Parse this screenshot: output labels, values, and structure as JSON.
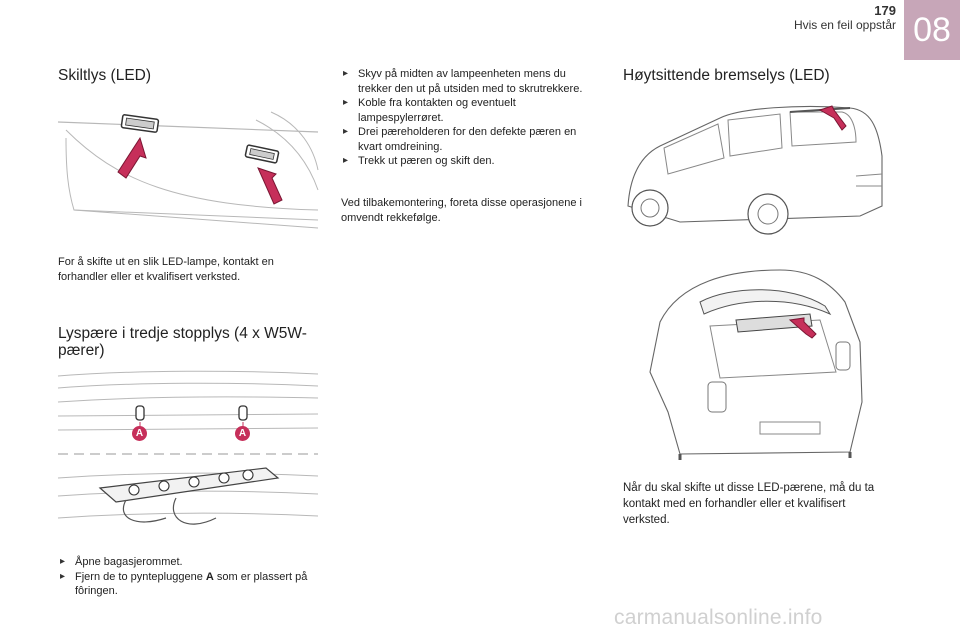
{
  "header": {
    "page_number": "179",
    "chapter_title": "Hvis en feil oppstår",
    "chapter_number": "08"
  },
  "left": {
    "section1": {
      "title": "Skiltlys (LED)",
      "text": "For å skifte ut en slik LED-lampe, kontakt en forhandler eller et kvalifisert verksted."
    },
    "section2": {
      "title": "Lyspære i tredje stopplys (4 x W5W-pærer)",
      "callout_label": "A",
      "step1": "Åpne bagasjerommet.",
      "step2_before": "Fjern de to pyntepluggene ",
      "step2_key": "A",
      "step2_after": " som er plassert på fôringen."
    }
  },
  "middle": {
    "steps": [
      "Skyv på midten av lampeenheten mens du trekker den ut på utsiden med to skrutrekkere.",
      "Koble fra kontakten og eventuelt lampespylerrøret.",
      "Drei pæreholderen for den defekte pæren en kvart omdreining.",
      "Trekk ut pæren og skift den."
    ],
    "refit_text": "Ved tilbakemontering, foreta disse operasjonene i omvendt rekkefølge."
  },
  "right": {
    "title": "Høytsittende bremselys (LED)",
    "text": "Når du skal skifte ut disse LED-pærene, må du ta kontakt med en forhandler eller et kvalifisert verksted."
  },
  "footer": {
    "watermark": "carmanualsonline.info"
  },
  "colors": {
    "accent": "#c62f5a",
    "chapter_tab": "#c7a6b8"
  }
}
